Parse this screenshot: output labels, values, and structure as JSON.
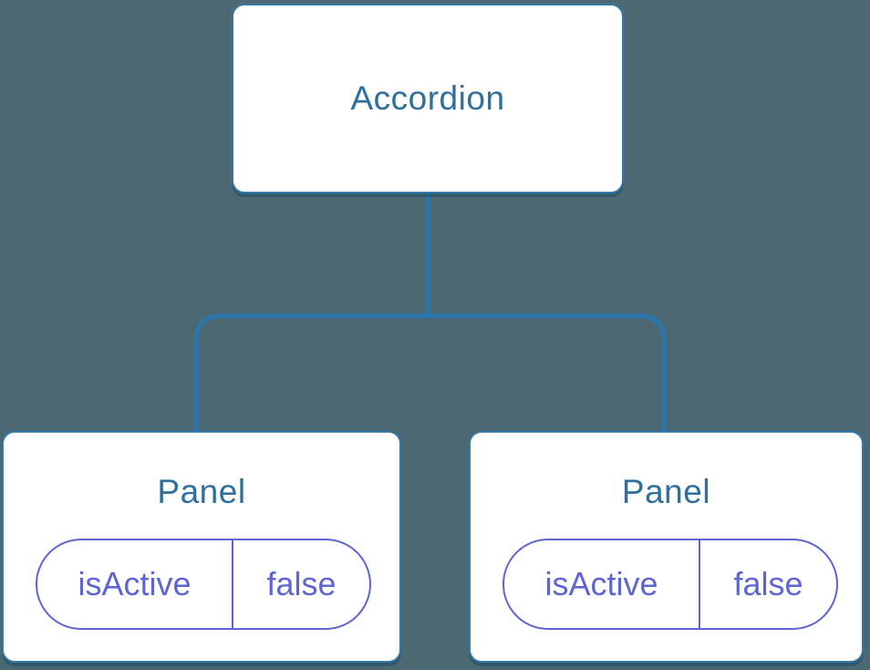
{
  "colors": {
    "background": "#4C6872",
    "connector_blue": "#2B76AD",
    "node_border_blue": "#3577A8",
    "node_title_blue": "#2E6F9E",
    "state_purple": "#5E65D2",
    "node_fill": "#FFFFFF"
  },
  "tree": {
    "root": {
      "label": "Accordion"
    },
    "children": [
      {
        "title": "Panel",
        "state": {
          "name": "isActive",
          "value": "false"
        }
      },
      {
        "title": "Panel",
        "state": {
          "name": "isActive",
          "value": "false"
        }
      }
    ]
  }
}
